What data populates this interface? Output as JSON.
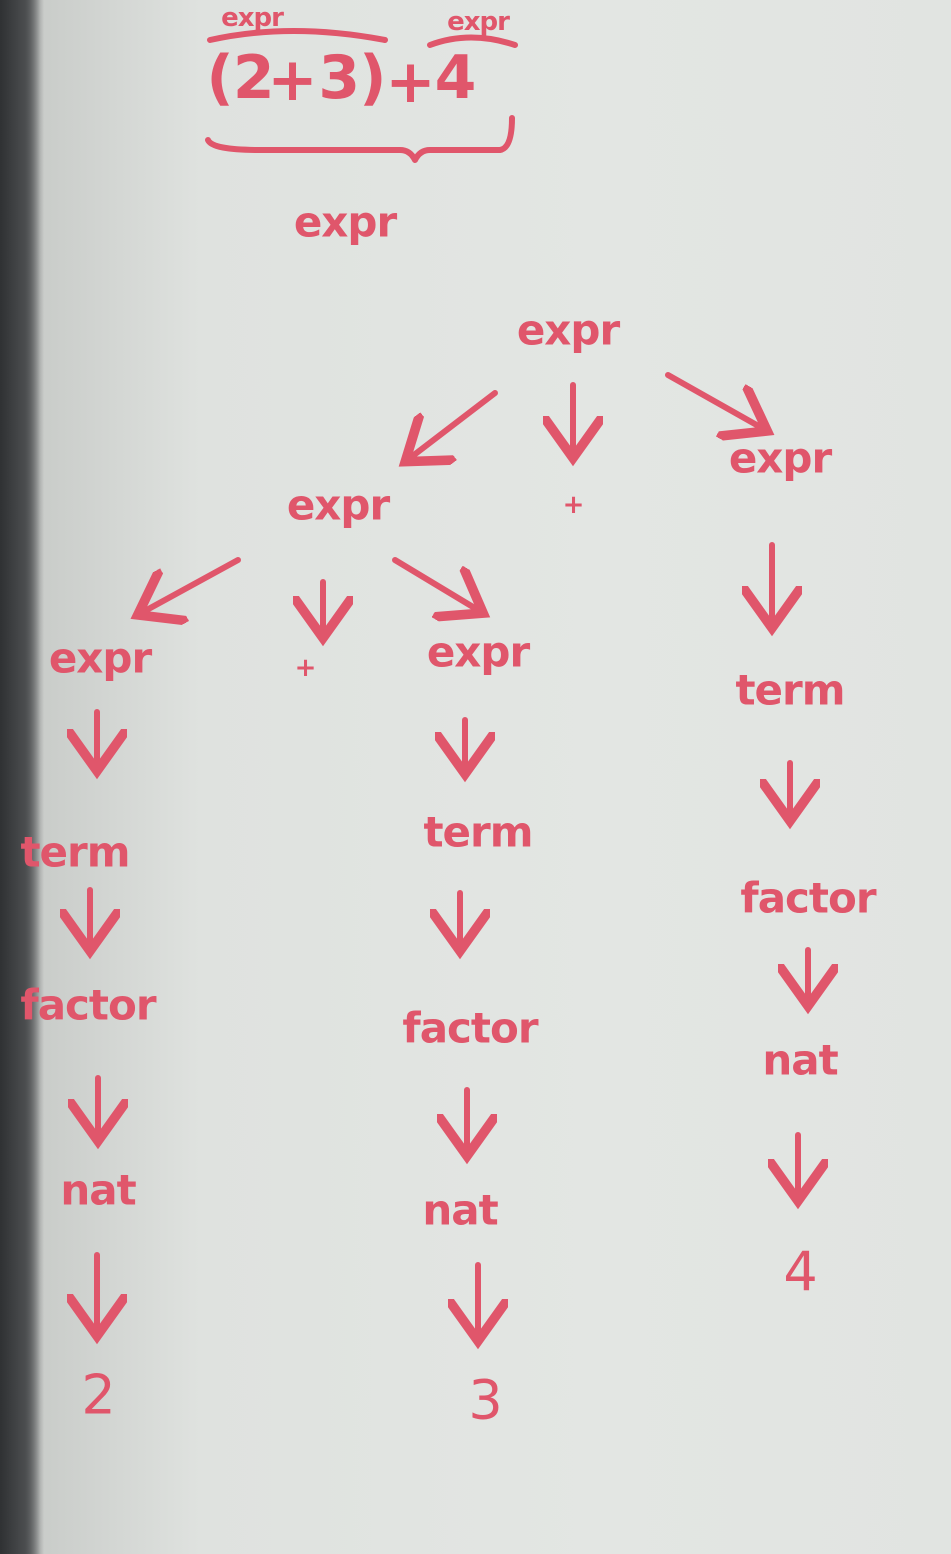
{
  "expression": {
    "open": "(2",
    "plus_inner": "+",
    "three_close": "3)",
    "plus_outer": "+",
    "four": "4",
    "left_label": "expr",
    "right_label": "expr",
    "under_label": "expr"
  },
  "tree": {
    "root": "expr",
    "root_mid": "+",
    "root_right": "expr",
    "left": "expr",
    "left_mid": "+",
    "left_left": "expr",
    "left_right": "expr",
    "col1": [
      "term",
      "factor",
      "nat",
      "2"
    ],
    "col2": [
      "term",
      "factor",
      "nat",
      "3"
    ],
    "col3": [
      "term",
      "factor",
      "nat",
      "4"
    ]
  },
  "ink_color": "#e0566b"
}
